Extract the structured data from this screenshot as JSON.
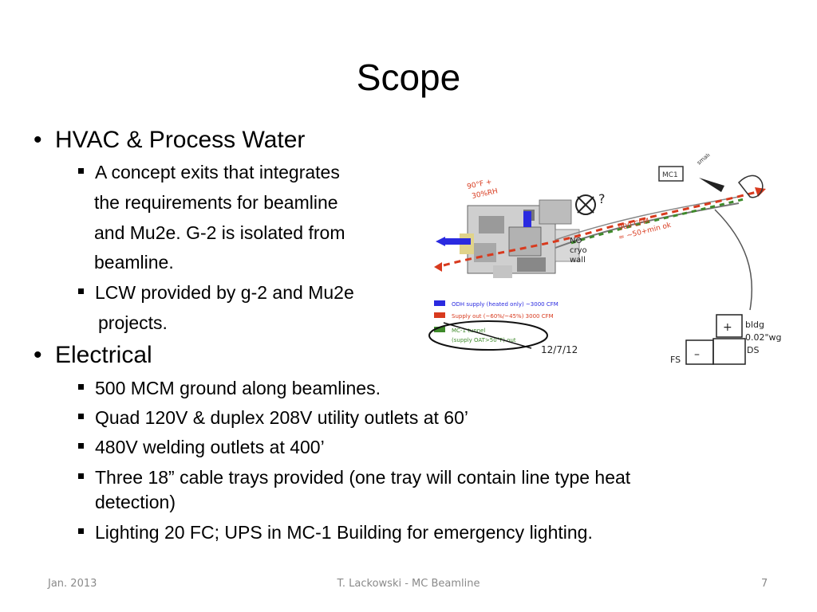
{
  "slide": {
    "title": "Scope",
    "hvac": {
      "heading": "HVAC & Process Water",
      "concept_lines": [
        "A concept exits that integrates",
        "the requirements for beamline",
        "and Mu2e.  G-2 is isolated from",
        "beamline."
      ],
      "lcw_lines": [
        "LCW provided by g-2 and Mu2e",
        "projects."
      ]
    },
    "electrical": {
      "heading": "Electrical",
      "items": [
        "500 MCM ground along beamlines.",
        "Quad 120V & duplex 208V utility outlets at 60’",
        "480V welding outlets at 400’",
        "Three 18” cable trays provided (one tray will contain line type heat",
        "detection)",
        "Lighting 20 FC; UPS in MC-1 Building for emergency lighting."
      ]
    }
  },
  "sketch": {
    "labels": {
      "mc1": "MC1",
      "small_exhaust": "small exhaust",
      "temp_note_1": "90°F +",
      "temp_note_2": "30%RH",
      "cfm_1": "900 CFM",
      "cfm_2": "= ~50+min ok",
      "no_cryo_1": "NO",
      "no_cryo_2": "cryo",
      "no_cryo_3": "wall",
      "question": "?",
      "legend_odh": "ODH supply (heated only) ~3000 CFM",
      "legend_supply": "Supply out (~60%/~45%) 3000 CFM",
      "legend_tunnel": "MC-1 tunnel",
      "legend_tunnel_2": "(supply OAT>50°F) out",
      "date": "12/7/12",
      "bldg_1": "bldg",
      "bldg_2": "0.02\"wg",
      "ds": "DS",
      "fs": "FS",
      "plus": "+",
      "minus": "–"
    },
    "colors": {
      "odh": "#2a2ae0",
      "supply": "#d83a1e",
      "tunnel": "#3e8a2a"
    }
  },
  "footer": {
    "date": "Jan. 2013",
    "author": "T. Lackowski - MC Beamline",
    "page": "7"
  }
}
